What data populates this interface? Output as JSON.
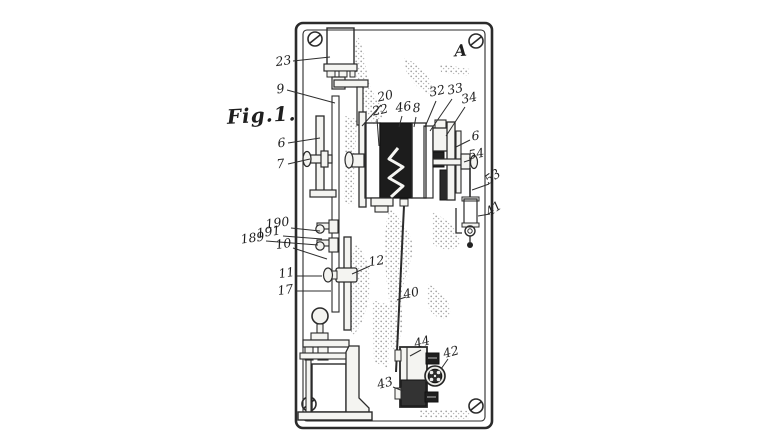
{
  "figure": {
    "title": "Fig.1.",
    "assembly_letter": "A",
    "colors": {
      "ink": "#2b2b2b",
      "paper": "#ffffff",
      "dark_fill": "#1c1c1c"
    }
  },
  "labels": {
    "figTitle": "Fig.1.",
    "letterA": "A",
    "n23": "23",
    "n9": "9",
    "n6a": "6",
    "n7": "7",
    "n20": "20",
    "n22": "22",
    "n46": "46",
    "n8": "8",
    "n32": "32",
    "n33": "33",
    "n34": "34",
    "n6b": "6",
    "n54": "54",
    "n53": "53",
    "n41": "41",
    "n190": "190",
    "n191": "191",
    "n189": "189",
    "n10": "10",
    "n11": "11",
    "n12": "12",
    "n17": "17",
    "n40": "40",
    "n44": "44",
    "n42": "42",
    "n43": "43"
  }
}
